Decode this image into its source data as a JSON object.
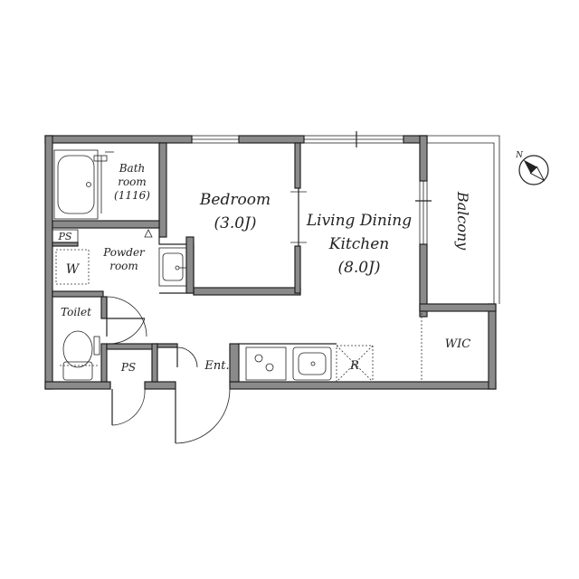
{
  "rooms": {
    "bath_line1": "Bath",
    "bath_line2": "room",
    "bath_line3": "(1116)",
    "bedroom_name": "Bedroom",
    "bedroom_size": "(3.0J)",
    "ldk_line1": "Living Dining",
    "ldk_line2": "Kitchen",
    "ldk_size": "(8.0J)",
    "balcony": "Balcony",
    "powder_line1": "Powder",
    "powder_line2": "room",
    "ps_top": "PS",
    "washer": "W",
    "toilet": "Toilet",
    "ps_bottom": "PS",
    "entrance": "Ent.",
    "fridge": "R",
    "wic": "WIC"
  },
  "compass": {
    "label": "N",
    "icon": "north-arrow-icon"
  }
}
